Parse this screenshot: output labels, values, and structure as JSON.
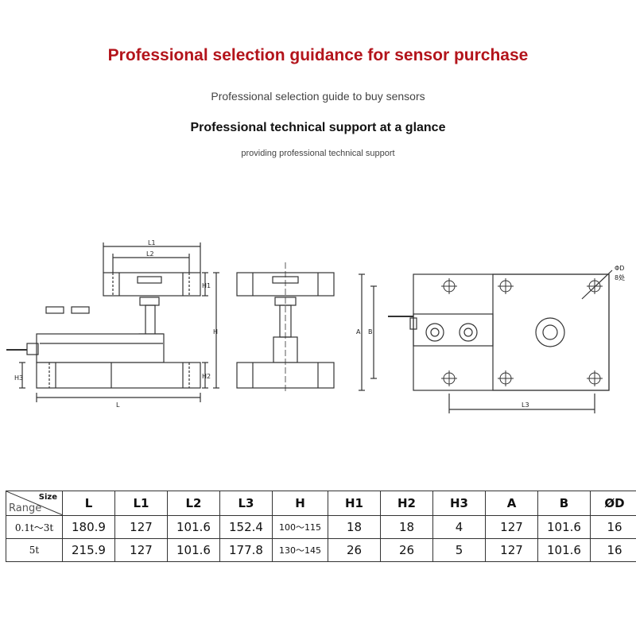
{
  "header": {
    "title": "Professional selection guidance for sensor purchase",
    "subtitle": "Professional selection guide to buy sensors",
    "tagline": "Professional technical support at a glance",
    "tagline_sub": "providing professional technical support"
  },
  "drawing_labels": {
    "L1": "L1",
    "L2": "L2",
    "H1": "H1",
    "H": "H",
    "H2": "H2",
    "H3": "H3",
    "L": "L",
    "A": "A",
    "B": "B",
    "L3": "L3",
    "OD": "ΦD",
    "holes": "8处"
  },
  "table": {
    "corner_size": "Size",
    "corner_range": "Range",
    "columns": [
      "L",
      "L1",
      "L2",
      "L3",
      "H",
      "H1",
      "H2",
      "H3",
      "A",
      "B",
      "ØD"
    ],
    "rows": [
      {
        "range": "0.1t～3t",
        "cells": [
          "180.9",
          "127",
          "101.6",
          "152.4",
          "100～115",
          "18",
          "18",
          "4",
          "127",
          "101.6",
          "16"
        ]
      },
      {
        "range": "5t",
        "cells": [
          "215.9",
          "127",
          "101.6",
          "177.8",
          "130～145",
          "26",
          "26",
          "5",
          "127",
          "101.6",
          "16"
        ]
      }
    ]
  },
  "colors": {
    "title": "#b3141b",
    "line": "#333333"
  }
}
